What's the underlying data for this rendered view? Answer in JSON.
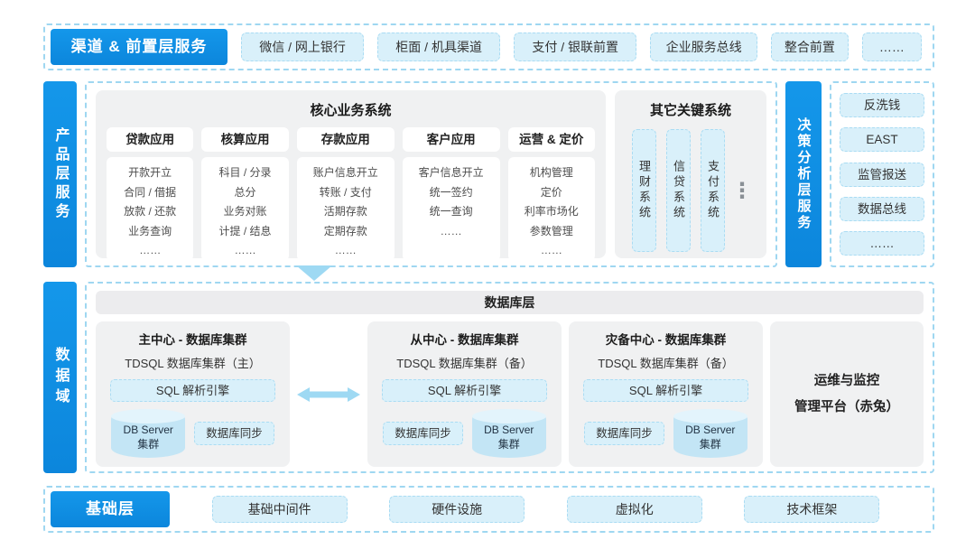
{
  "colors": {
    "accent_blue": "#0E8EE2",
    "pill_blue": "#D9F0FA",
    "dashed_border": "#9FD7F1",
    "panel_gray": "#F0F1F2"
  },
  "channel_layer": {
    "label": "渠道 & 前置层服务",
    "items": [
      "微信 / 网上银行",
      "柜面 / 机具渠道",
      "支付 / 银联前置",
      "企业服务总线",
      "整合前置",
      "……"
    ]
  },
  "product_layer": {
    "label": "产品层服务",
    "core_system": {
      "title": "核心业务系统",
      "columns": [
        {
          "header": "贷款应用",
          "body": "开款开立\n合同 / 借据\n放款 / 还款\n业务查询\n……"
        },
        {
          "header": "核算应用",
          "body": "科目 / 分录\n总分\n业务对账\n计提 / 结息\n……"
        },
        {
          "header": "存款应用",
          "body": "账户信息开立\n转账 / 支付\n活期存款\n定期存款\n……"
        },
        {
          "header": "客户应用",
          "body": "客户信息开立\n统一签约\n统一查询\n……"
        },
        {
          "header": "运营 & 定价",
          "body": "机构管理\n定价\n利率市场化\n参数管理\n……"
        }
      ]
    },
    "other_systems": {
      "title": "其它关键系统",
      "items": [
        "理财系统",
        "信贷系统",
        "支付系统"
      ],
      "more": "⋮"
    },
    "decision_layer": {
      "label": "决策分析层服务",
      "items": [
        "反洗钱",
        "EAST",
        "监管报送",
        "数据总线",
        "……"
      ]
    }
  },
  "data_domain": {
    "label": "数据域",
    "db_layer_title": "数据库层",
    "clusters": [
      {
        "title": "主中心 - 数据库集群",
        "tdsql": "TDSQL 数据库集群（主）",
        "engine": "SQL 解析引擎",
        "db_server": "DB Server\n集群",
        "sync": "数据库同步"
      },
      {
        "title": "从中心 - 数据库集群",
        "tdsql": "TDSQL 数据库集群（备）",
        "engine": "SQL 解析引擎",
        "db_server": "DB Server\n集群",
        "sync": "数据库同步"
      },
      {
        "title": "灾备中心 - 数据库集群",
        "tdsql": "TDSQL 数据库集群（备）",
        "engine": "SQL 解析引擎",
        "db_server": "DB Server\n集群",
        "sync": "数据库同步"
      }
    ],
    "ops_platform": "运维与监控\n管理平台（赤兔）"
  },
  "foundation_layer": {
    "label": "基础层",
    "items": [
      "基础中间件",
      "硬件设施",
      "虚拟化",
      "技术框架"
    ]
  }
}
